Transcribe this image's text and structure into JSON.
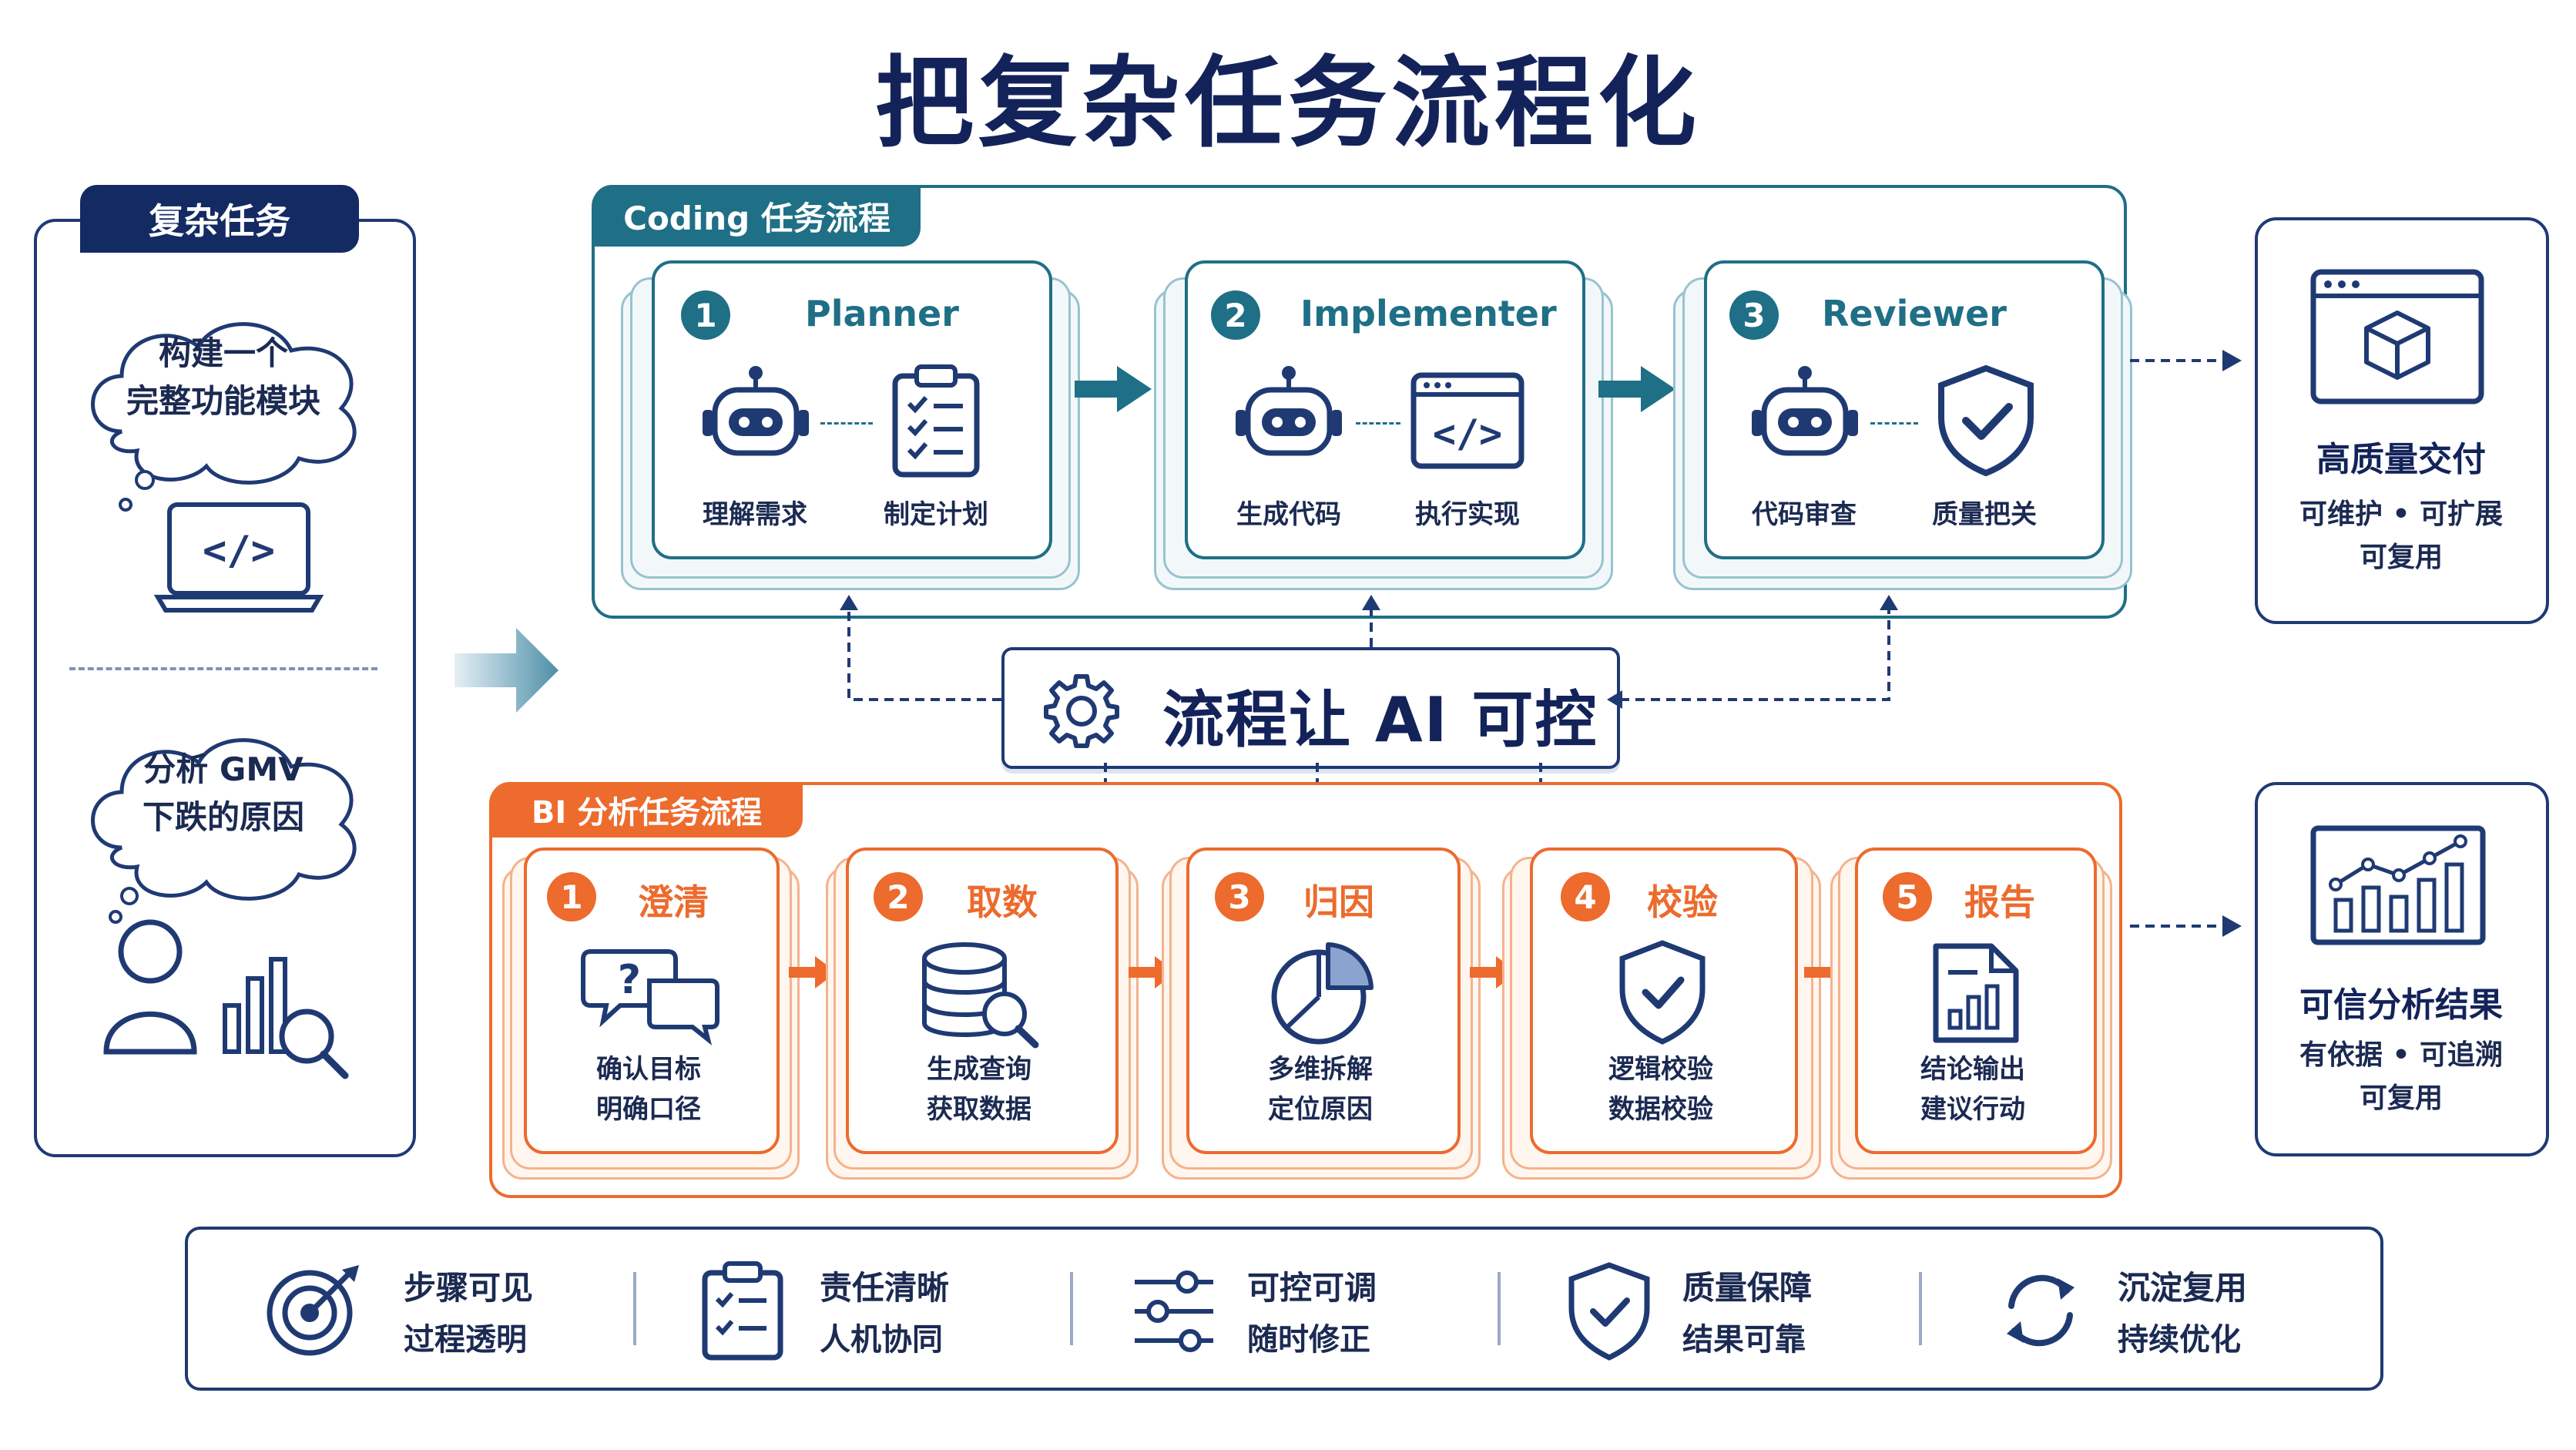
{
  "title": "把复杂任务流程化",
  "colors": {
    "navy": "#13235a",
    "teal": "#1f6f86",
    "orange": "#ec6b2d"
  },
  "left_panel": {
    "label": "复杂任务",
    "task1": {
      "line1": "构建一个",
      "line2": "完整功能模块",
      "icon": "code-laptop-icon"
    },
    "task2": {
      "line1": "分析 GMV",
      "line2": "下跌的原因",
      "icon": "user-chart-search-icon"
    }
  },
  "coding_flow": {
    "label": "Coding 任务流程",
    "steps": [
      {
        "num": "1",
        "title": "Planner",
        "left_label": "理解需求",
        "right_label": "制定计划",
        "right_icon": "clipboard-checklist-icon"
      },
      {
        "num": "2",
        "title": "Implementer",
        "left_label": "生成代码",
        "right_label": "执行实现",
        "right_icon": "code-window-icon"
      },
      {
        "num": "3",
        "title": "Reviewer",
        "left_label": "代码审查",
        "right_label": "质量把关",
        "right_icon": "shield-check-icon"
      }
    ]
  },
  "center": {
    "text": "流程让 AI 可控",
    "icon": "gear-icon"
  },
  "bi_flow": {
    "label": "BI 分析任务流程",
    "steps": [
      {
        "num": "1",
        "title": "澄清",
        "line1": "确认目标",
        "line2": "明确口径",
        "icon": "question-chat-icon"
      },
      {
        "num": "2",
        "title": "取数",
        "line1": "生成查询",
        "line2": "获取数据",
        "icon": "database-search-icon"
      },
      {
        "num": "3",
        "title": "归因",
        "line1": "多维拆解",
        "line2": "定位原因",
        "icon": "pie-chart-icon"
      },
      {
        "num": "4",
        "title": "校验",
        "line1": "逻辑校验",
        "line2": "数据校验",
        "icon": "shield-check-icon"
      },
      {
        "num": "5",
        "title": "报告",
        "line1": "结论输出",
        "line2": "建议行动",
        "icon": "report-icon"
      }
    ]
  },
  "outputs": {
    "coding": {
      "title": "高质量交付",
      "line1": "可维护 • 可扩展",
      "line2": "可复用",
      "icon": "package-window-icon"
    },
    "bi": {
      "title": "可信分析结果",
      "line1": "有依据 • 可追溯",
      "line2": "可复用",
      "icon": "trend-chart-icon"
    }
  },
  "features": [
    {
      "a": "步骤可见",
      "b": "过程透明",
      "icon": "target-icon"
    },
    {
      "a": "责任清晰",
      "b": "人机协同",
      "icon": "clipboard-icon"
    },
    {
      "a": "可控可调",
      "b": "随时修正",
      "icon": "sliders-icon"
    },
    {
      "a": "质量保障",
      "b": "结果可靠",
      "icon": "shield-check-icon"
    },
    {
      "a": "沉淀复用",
      "b": "持续优化",
      "icon": "refresh-icon"
    }
  ]
}
